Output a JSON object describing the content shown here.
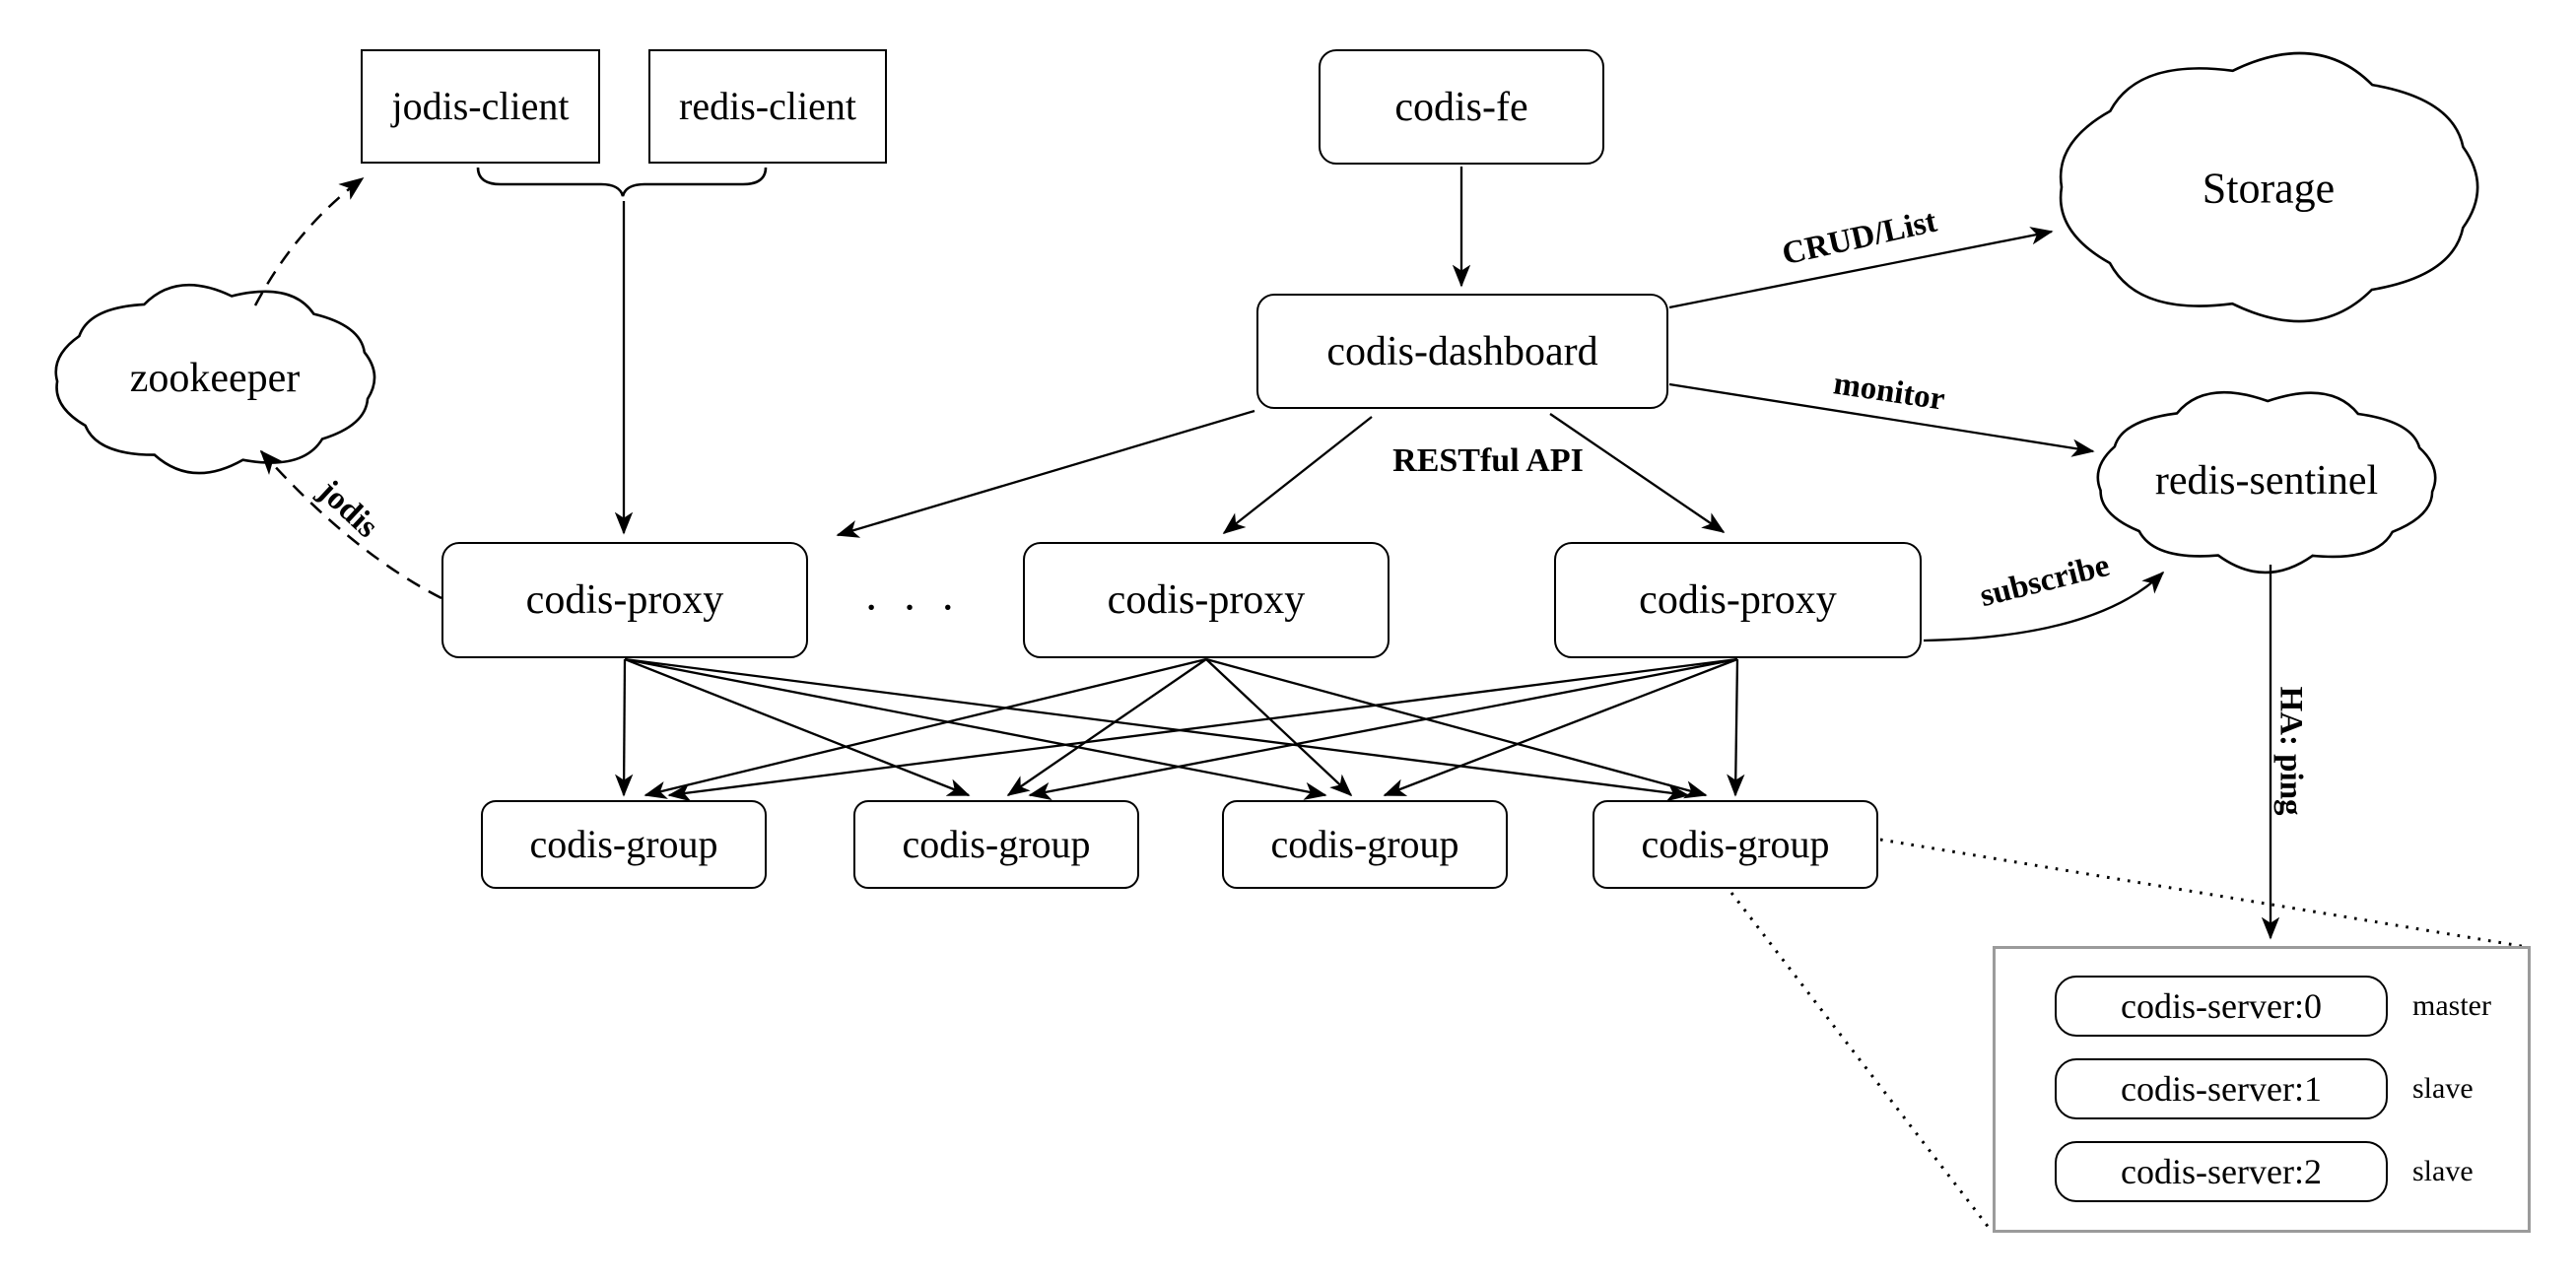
{
  "diagram": {
    "nodes": {
      "jodis_client": {
        "label": "jodis-client"
      },
      "redis_client": {
        "label": "redis-client"
      },
      "codis_fe": {
        "label": "codis-fe"
      },
      "dashboard": {
        "label": "codis-dashboard"
      },
      "zookeeper": {
        "label": "zookeeper"
      },
      "storage": {
        "label": "Storage"
      },
      "sentinel": {
        "label": "redis-sentinel"
      },
      "proxies": [
        {
          "label": "codis-proxy"
        },
        {
          "label": "codis-proxy"
        },
        {
          "label": "codis-proxy"
        }
      ],
      "proxy_ellipsis": "· · ·",
      "groups": [
        {
          "label": "codis-group"
        },
        {
          "label": "codis-group"
        },
        {
          "label": "codis-group"
        },
        {
          "label": "codis-group"
        }
      ],
      "servers": [
        {
          "label": "codis-server:0",
          "role": "master"
        },
        {
          "label": "codis-server:1",
          "role": "slave"
        },
        {
          "label": "codis-server:2",
          "role": "slave"
        }
      ]
    },
    "edge_labels": {
      "crud": "CRUD/List",
      "monitor": "monitor",
      "restful": "RESTful API",
      "subscribe": "subscribe",
      "jodis": "jodis",
      "ha_ping": "HA: ping"
    },
    "colors": {
      "line": "#000000",
      "server_frame_border": "#9b9b9b",
      "background": "#ffffff"
    }
  }
}
